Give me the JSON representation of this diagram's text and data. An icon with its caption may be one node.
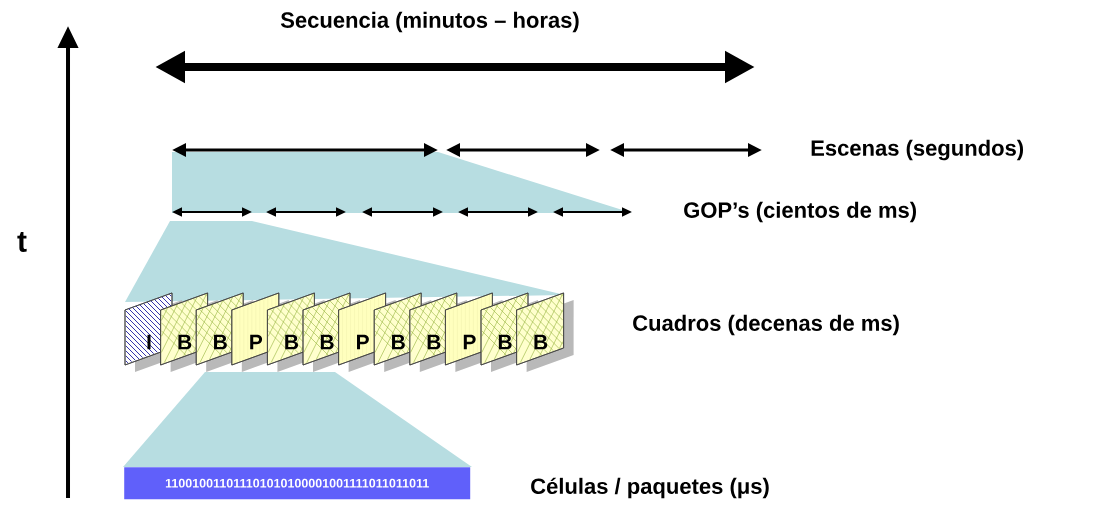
{
  "diagram": {
    "nodes": [
      {
        "text": [
          "I"
        ]
      },
      {
        "text": [
          "B"
        ]
      },
      {
        "text": [
          "B"
        ]
      },
      {
        "text": [
          "P"
        ]
      },
      {
        "text": [
          "B"
        ]
      },
      {
        "text": [
          "B"
        ]
      },
      {
        "text": [
          "P"
        ]
      },
      {
        "text": [
          "B"
        ]
      },
      {
        "text": [
          "B"
        ]
      },
      {
        "text": [
          "P"
        ]
      },
      {
        "text": [
          "B"
        ]
      },
      {
        "text": [
          "B"
        ]
      },
      {
        "text": [
          "110010011011101010100001001111011011011"
        ]
      }
    ],
    "labels": [
      "Secuencia (minutos – horas)",
      "Escenas (segundos)",
      "GOP’s (cientos de ms)",
      "t",
      "Cuadros (decenas de ms)",
      "Células / paquetes (μs)"
    ]
  }
}
